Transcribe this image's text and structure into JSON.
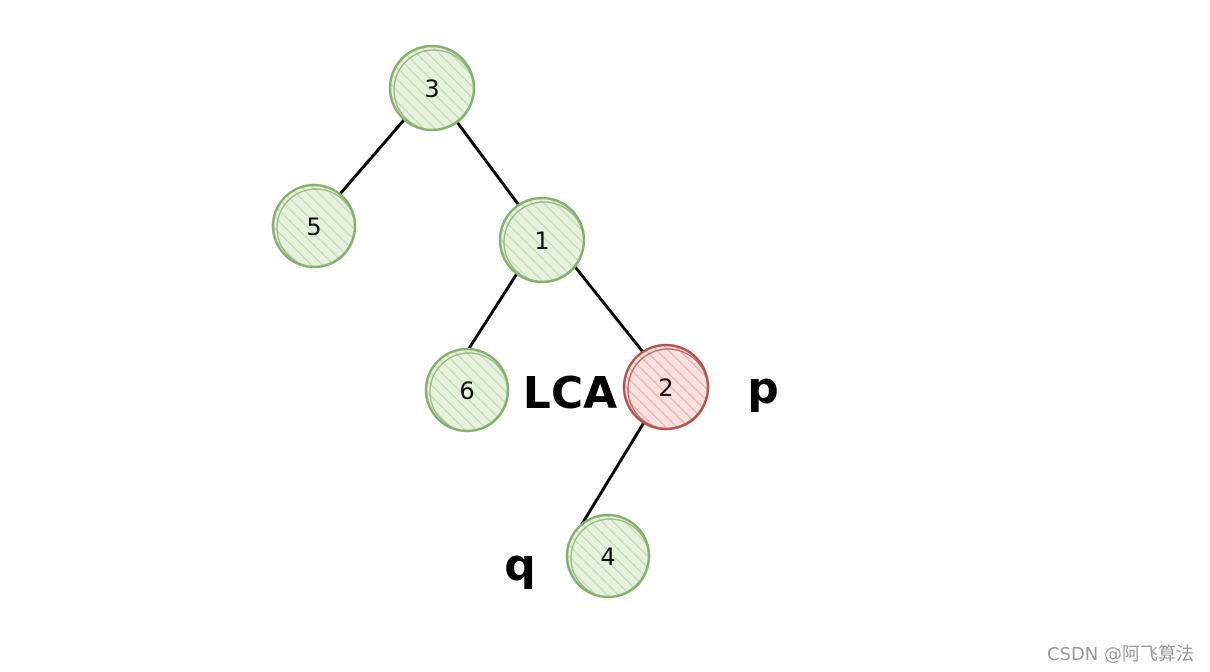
{
  "tree": {
    "nodes": [
      {
        "id": "n3",
        "label": "3",
        "status": "normal"
      },
      {
        "id": "n5",
        "label": "5",
        "status": "normal"
      },
      {
        "id": "n1",
        "label": "1",
        "status": "normal"
      },
      {
        "id": "n6",
        "label": "6",
        "status": "normal"
      },
      {
        "id": "n2",
        "label": "2",
        "status": "highlighted"
      },
      {
        "id": "n4",
        "label": "4",
        "status": "normal"
      }
    ],
    "edges": [
      {
        "from": "3",
        "to": "5"
      },
      {
        "from": "3",
        "to": "1"
      },
      {
        "from": "1",
        "to": "6"
      },
      {
        "from": "1",
        "to": "2"
      },
      {
        "from": "2",
        "to": "4"
      }
    ]
  },
  "annotations": {
    "lca": "LCA",
    "p": "p",
    "q": "q"
  },
  "colors": {
    "normal_fill": "#dcebd3",
    "normal_stroke": "#87b06f",
    "highlight_fill": "#f3d0cd",
    "highlight_stroke": "#b4544c",
    "edge": "#000000"
  },
  "watermark": "CSDN @阿飞算法"
}
